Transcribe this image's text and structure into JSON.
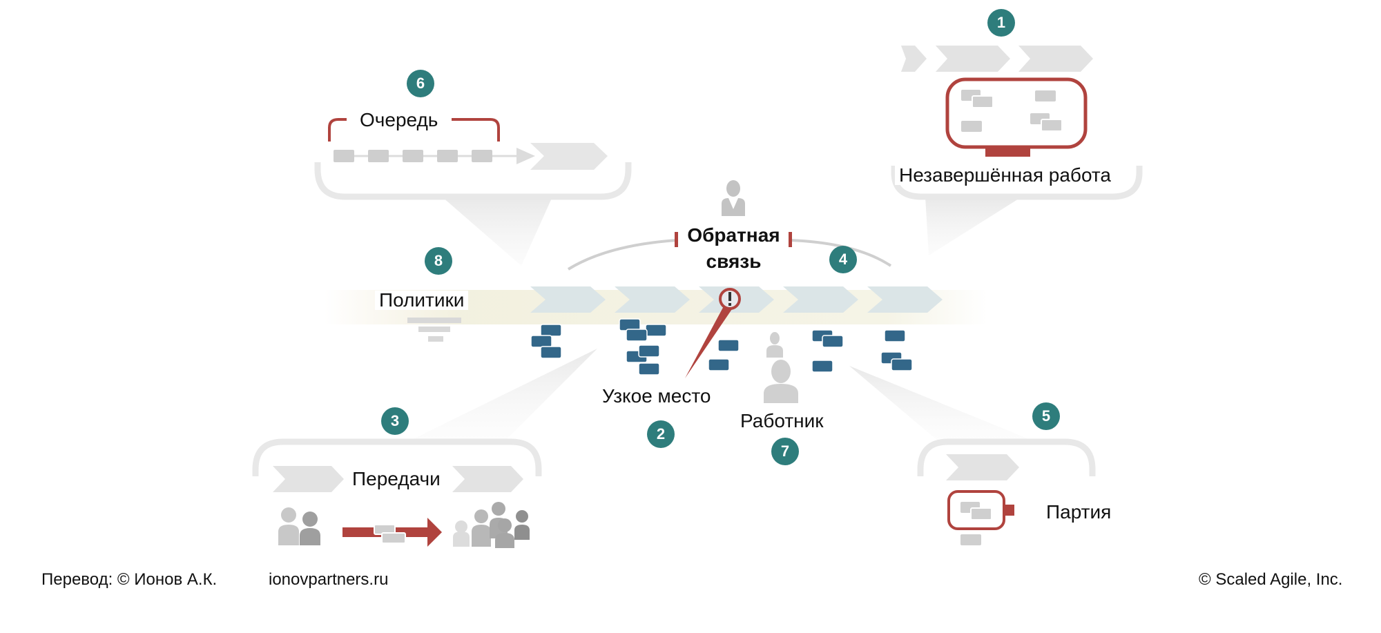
{
  "colors": {
    "badge": "#2e7d7c",
    "accent_red": "#b0433e",
    "card_blue": "#336789",
    "light_gray": "#e3e3e3",
    "mid_gray": "#c9c9c9",
    "flow_chevron": "#dbe5e7"
  },
  "items": [
    {
      "number": "1",
      "label": "Незавершённая работа",
      "icon": "wip-board-icon"
    },
    {
      "number": "2",
      "label": "Узкое место",
      "icon": "bottleneck-pin-icon"
    },
    {
      "number": "3",
      "label": "Передачи",
      "icon": "handoff-arrow-icon"
    },
    {
      "number": "4",
      "label": "Обратная связь",
      "label_lines": [
        "Обратная",
        "связь"
      ],
      "icon": "feedback-arc-icon"
    },
    {
      "number": "5",
      "label": "Партия",
      "icon": "batch-icon"
    },
    {
      "number": "6",
      "label": "Очередь",
      "icon": "queue-icon"
    },
    {
      "number": "7",
      "label": "Работник",
      "icon": "worker-person-icon"
    },
    {
      "number": "8",
      "label": "Политики",
      "icon": "policies-funnel-icon"
    }
  ],
  "footer": {
    "translation": "Перевод: © Ионов А.К.",
    "website": "ionovpartners.ru",
    "copyright": "© Scaled Agile,  Inc."
  }
}
